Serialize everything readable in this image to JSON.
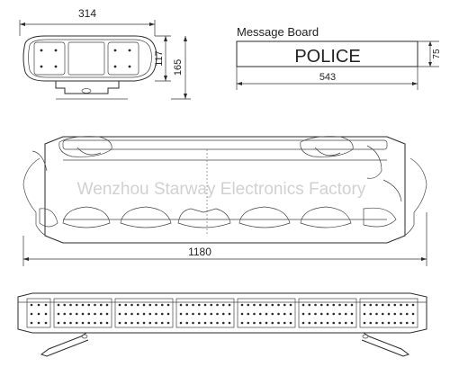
{
  "top_view": {
    "width_label": "314",
    "depth_label": "117",
    "height_label": "165"
  },
  "message_board": {
    "title": "Message Board",
    "text": "POLICE",
    "height_label": "75",
    "width_label": "543"
  },
  "front_view": {
    "length_label": "1180",
    "watermark": "Wenzhou Starway Electronics Factory"
  },
  "colors": {
    "line": "#2a2a2a",
    "watermark": "#c9c9c9",
    "background": "#ffffff"
  }
}
